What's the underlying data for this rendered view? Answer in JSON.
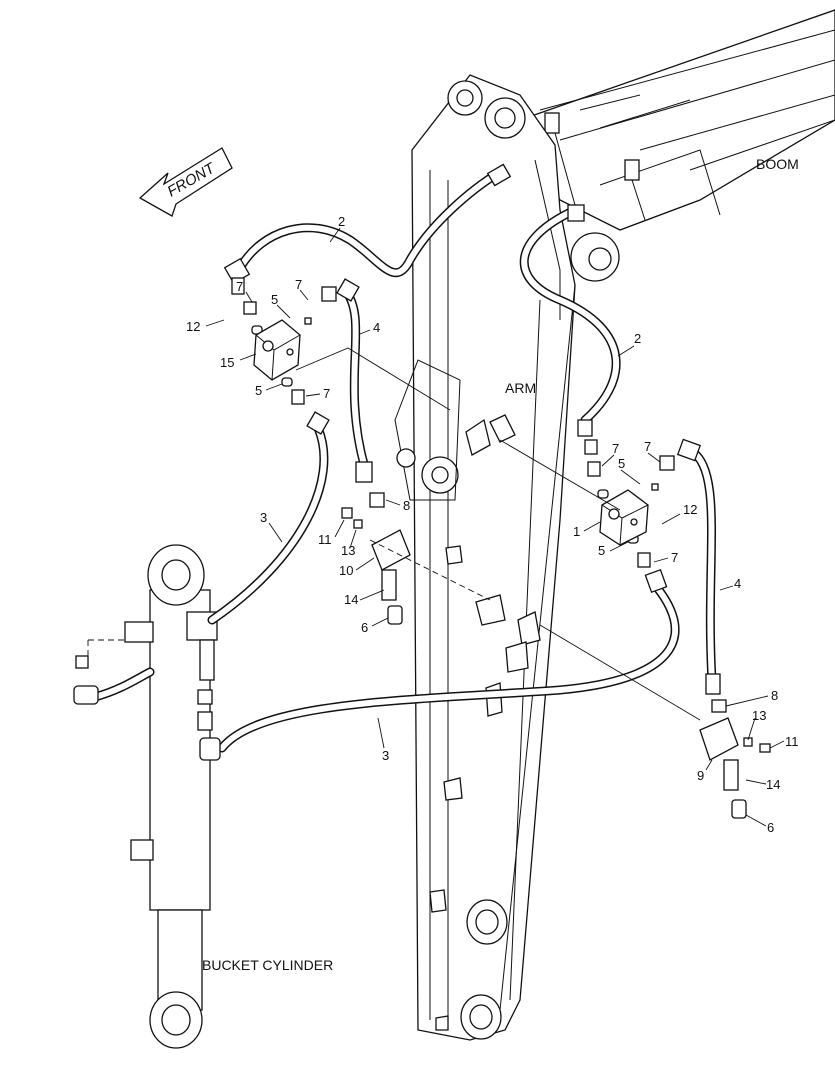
{
  "labels": {
    "boom": "BOOM",
    "arm": "ARM",
    "bucket_cylinder": "BUCKET CYLINDER",
    "front": "FRONT"
  },
  "callouts": [
    {
      "text": "2"
    },
    {
      "text": "7"
    },
    {
      "text": "7"
    },
    {
      "text": "5"
    },
    {
      "text": "4"
    },
    {
      "text": "12"
    },
    {
      "text": "15"
    },
    {
      "text": "5"
    },
    {
      "text": "7"
    },
    {
      "text": "2"
    },
    {
      "text": "7"
    },
    {
      "text": "7"
    },
    {
      "text": "5"
    },
    {
      "text": "12"
    },
    {
      "text": "1"
    },
    {
      "text": "5"
    },
    {
      "text": "7"
    },
    {
      "text": "4"
    },
    {
      "text": "3"
    },
    {
      "text": "11"
    },
    {
      "text": "13"
    },
    {
      "text": "8"
    },
    {
      "text": "10"
    },
    {
      "text": "14"
    },
    {
      "text": "6"
    },
    {
      "text": "3"
    },
    {
      "text": "8"
    },
    {
      "text": "13"
    },
    {
      "text": "11"
    },
    {
      "text": "9"
    },
    {
      "text": "14"
    },
    {
      "text": "6"
    }
  ]
}
